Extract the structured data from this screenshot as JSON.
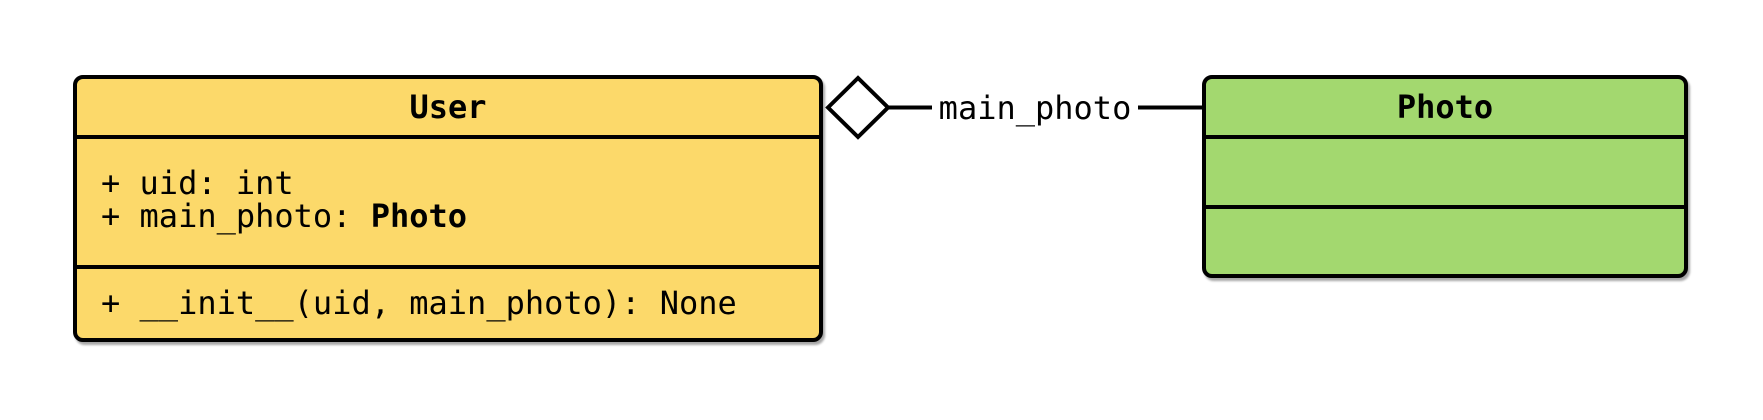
{
  "diagram": {
    "kind": "uml-class-diagram",
    "classes": [
      {
        "name": "User",
        "fill": "#FCD96A",
        "attributes": [
          {
            "text": "+ uid: int",
            "type": ""
          },
          {
            "text": "+ main_photo: ",
            "type": "Photo"
          }
        ],
        "methods": [
          {
            "text": "+ __init__(uid, main_photo): None"
          }
        ]
      },
      {
        "name": "Photo",
        "fill": "#A3D86F",
        "attributes": [],
        "methods": []
      }
    ],
    "relation": {
      "label": "main_photo",
      "type": "aggregation",
      "diamond_side": "User",
      "line_color": "#000000"
    }
  },
  "colors": {
    "background": "#FFFFFF",
    "border": "#000000",
    "user_fill": "#FCD96A",
    "photo_fill": "#A3D86F",
    "text": "#000000"
  }
}
